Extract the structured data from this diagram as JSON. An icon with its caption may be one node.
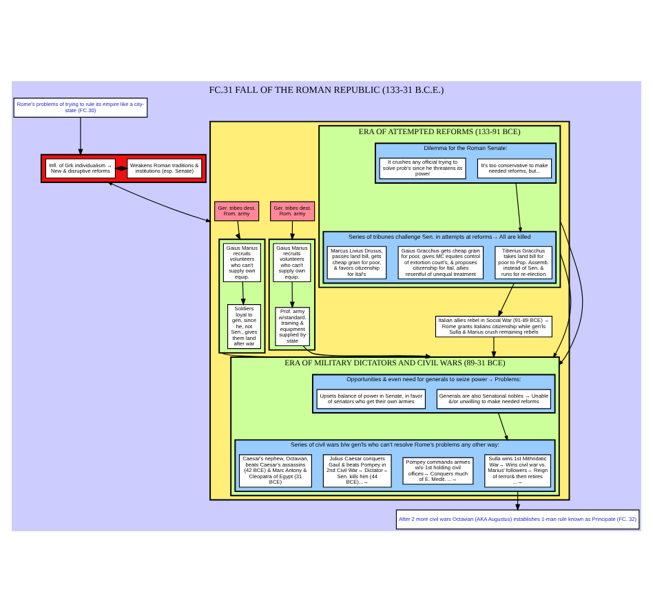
{
  "diagram": {
    "title": "FC.31 FALL OF THE ROMAN REPUBLIC (133-31 B.C.E.)",
    "nodes": [
      {
        "text": [
          "Rome's problems of trying to rule its empire like a city-state (FC.30)"
        ]
      },
      {
        "text": [],
        "shape": "box"
      },
      {
        "text": [
          "Infl. of Grk individualism → New & disruptive reforms"
        ],
        "in": 1
      },
      {
        "text": [
          "Weakens Roman traditions & institutions (esp. Senate)"
        ],
        "in": 1
      },
      {
        "text": [],
        "shape": "box"
      },
      {
        "text": [
          "Ger. tribes dest. Rom. army"
        ],
        "in": 4
      },
      {
        "text": [],
        "shape": "box",
        "in": 4
      },
      {
        "text": [
          "Gaius Marius recruits volunteers who can't supply own equip."
        ],
        "in": 6
      },
      {
        "text": [
          "Prof. army w/standard. training & equipment supplied by state"
        ],
        "in": 6
      },
      {
        "text": [
          "ERA OF ATTEMPTED REFORMS (133-91 BCE)"
        ],
        "in": 4
      },
      {
        "text": [
          "Dilemma for the Roman Senate:"
        ],
        "in": 9
      },
      {
        "text": [
          "It's too conservative to make needed reforms, but..."
        ],
        "in": 10
      },
      {
        "text": [
          "It crushes any official trying to solve prob's since he threatens its power"
        ],
        "in": 10
      },
      {
        "text": [
          "Series of tribunes challenge Sen. in attempts at reforms→ All are killed"
        ],
        "in": 9
      },
      {
        "text": [
          "Tiberius Gracchus takes land bill for poor to Pop. Assemb. instead of Sen. & runs for re-election"
        ],
        "in": 13
      },
      {
        "text": [
          "Gaius Gracchus gets cheap grain for poor, gives MC equites control of extortion court's, & proposes citizenship for Ital. allies resentful of unequal treatment"
        ],
        "in": 13
      },
      {
        "text": [
          "Marcus Livius Drusus, passes land bill, gets cheap grain for poor, & favors citizenship for Ital's"
        ],
        "in": 13
      },
      {
        "text": [
          "Ger. tribes dest. Rom. army"
        ],
        "in": 4
      },
      {
        "text": [],
        "shape": "box",
        "in": 4
      },
      {
        "text": [
          "Gaius Marius recruits volunteers who can't supply own equip."
        ],
        "in": 18
      },
      {
        "text": [
          "Soldiers loyal to gen. since he, not Sen., gives them land after war"
        ],
        "in": 18
      },
      {
        "text": [
          "Italian allies rebel in Social War (91-89 BCE) → Rome grants Italians citizenship while gen'ls Sulla & Marius crush remaining rebels"
        ],
        "in": 4
      },
      {
        "text": [
          "ERA OF MILITARY DICTATORS AND CIVIL WARS (89-31 BCE)"
        ],
        "in": 4
      },
      {
        "text": [
          "Opportunities & even need for generals to seize power→ Problems:"
        ],
        "in": 22
      },
      {
        "text": [
          "Generals are also Senatorial nobles → Unable &/or unwilling to make needed reforms"
        ],
        "in": 23
      },
      {
        "text": [
          "Upsets balance of power in Senate, in favor of senators who get their own armies"
        ],
        "in": 23
      },
      {
        "text": [
          "Series of civil wars b/w gen'ls who can't resolve Rome's problems any other way:"
        ],
        "in": 22
      },
      {
        "text": [
          "Sulla wins 1st Mithridatic War→ Wins civil war vs. Marius' followers→ Reign of terror& then retires ...→"
        ],
        "in": 26
      },
      {
        "text": [
          "Pompey commands armies w/o 1st holding civil offices→ Conquers much of E. Medit. ...→"
        ],
        "in": 26
      },
      {
        "text": [
          "Julius Caesar conquers Gaul & beats Pompey in 2nd Civil War→ Dictator→ Sen. kills him (44 BCE)...→"
        ],
        "in": 26
      },
      {
        "text": [
          "Caesar's nephew, Octavian, beats Caesar's assassins (42 BCE) & Marc Antony & Cleopatra of Egypt (31 BCE)"
        ],
        "in": 26
      },
      {
        "text": [
          "After 2 more civil wars Octavian (AKA Augustus) establishes 1-man rule known as Principate (FC. 32)"
        ]
      }
    ],
    "edges": [
      {
        "from": 0,
        "to": 1,
        "arrow": "to"
      },
      {
        "from": 2,
        "to": 3,
        "arrow": "both",
        "color": "#000000"
      },
      {
        "from": 1,
        "to": 4,
        "arrow": "both"
      },
      {
        "from": 5,
        "to": 6,
        "arrow": "to"
      },
      {
        "from": 7,
        "to": 8,
        "arrow": "to"
      },
      {
        "from": 17,
        "to": 18,
        "arrow": "to"
      },
      {
        "from": 19,
        "to": 20,
        "arrow": "to"
      },
      {
        "from": 10,
        "to": 13,
        "arrow": "to"
      },
      {
        "from": 13,
        "to": 21,
        "arrow": "to"
      },
      {
        "from": 8,
        "to": 22,
        "arrow": "to"
      },
      {
        "from": 9,
        "to": 22,
        "arrow": "to"
      },
      {
        "from": 21,
        "to": 22,
        "arrow": "to"
      },
      {
        "from": 9,
        "to": 22,
        "arrow": "to"
      },
      {
        "from": 18,
        "to": 22,
        "arrow": "to"
      },
      {
        "from": 23,
        "to": 26,
        "arrow": "to"
      },
      {
        "from": 26,
        "to": 31,
        "arrow": "to"
      }
    ]
  }
}
